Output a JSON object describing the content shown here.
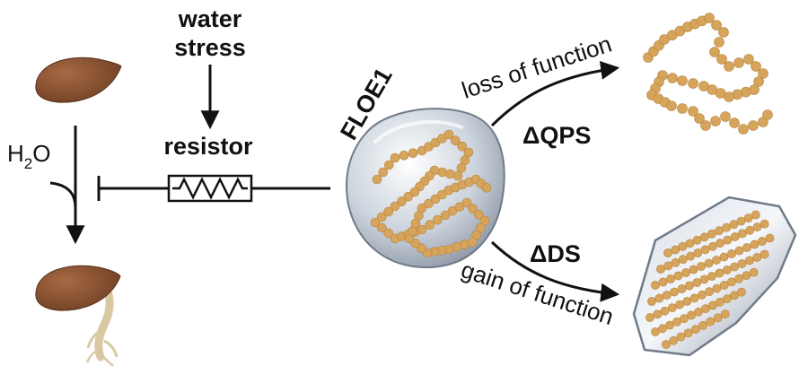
{
  "labels": {
    "water_line1": "water",
    "water_line2": "stress",
    "resistor": "resistor",
    "h2o_h": "H",
    "h2o_sub": "2",
    "h2o_o": "O",
    "floe1": "FLOE1",
    "loss": "loss of function",
    "dqps": "ΔQPS",
    "dds": "ΔDS",
    "gain": "gain of function"
  },
  "colors": {
    "seed": "#8a5234",
    "seed_dark": "#6b3c22",
    "root": "#d9c9a3",
    "droplet_fill": "#9aa7b6",
    "droplet_edge": "#6f7b89",
    "bead": "#d7a45c",
    "bead_light": "#f0c27a",
    "ink": "#111111"
  },
  "icons": [
    "seed-icon",
    "germinated-seed-icon",
    "resistor-icon",
    "condensate-droplet-icon",
    "dispersed-chain-icon",
    "solid-aggregate-icon"
  ]
}
